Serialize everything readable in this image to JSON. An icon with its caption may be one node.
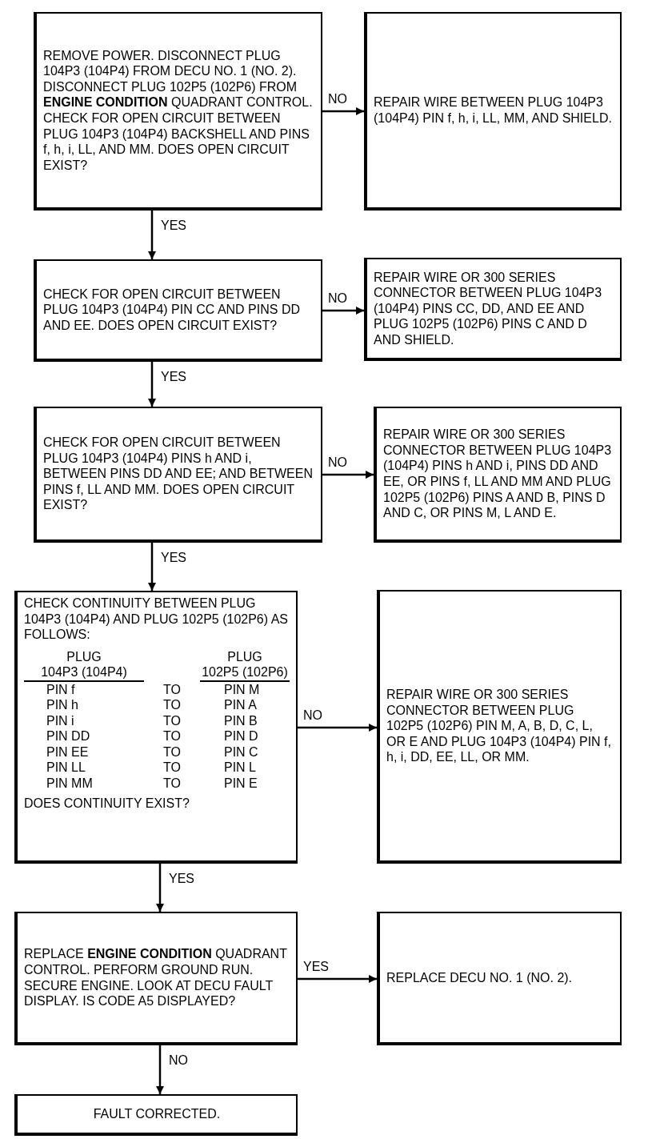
{
  "diagram": {
    "nodes": [
      {
        "text": [
          "REMOVE POWER. DISCONNECT PLUG 104P3 (104P4) FROM DECU NO. 1 (NO. 2). DISCONNECT PLUG 102P5 (102P6) FROM **ENGINE CONDITION** QUADRANT CONTROL. CHECK FOR OPEN CIRCUIT BETWEEN PLUG 104P3 (104P4) BACKSHELL AND PINS f, h, i, LL, AND MM. DOES OPEN CIRCUIT EXIST?"
        ]
      },
      {
        "text": [
          "REPAIR WIRE BETWEEN PLUG 104P3 (104P4) PIN f, h, i, LL, MM, AND SHIELD."
        ]
      },
      {
        "text": [
          "CHECK FOR OPEN CIRCUIT BETWEEN PLUG 104P3 (104P4) PIN CC AND PINS DD AND EE. DOES OPEN CIRCUIT EXIST?"
        ]
      },
      {
        "text": [
          "REPAIR WIRE OR 300 SERIES CONNECTOR BETWEEN PLUG 104P3 (104P4) PINS CC, DD, AND EE AND PLUG 102P5 (102P6) PINS C AND D AND SHIELD."
        ]
      },
      {
        "text": [
          "CHECK FOR OPEN CIRCUIT BETWEEN PLUG 104P3 (104P4) PINS h AND i, BETWEEN PINS DD AND EE; AND BETWEEN PINS f, LL AND MM. DOES OPEN CIRCUIT EXIST?"
        ]
      },
      {
        "text": [
          "REPAIR WIRE OR 300 SERIES CONNECTOR BETWEEN PLUG 104P3 (104P4) PINS h AND i, PINS DD AND EE, OR PINS f, LL AND MM AND PLUG 102P5 (102P6) PINS A AND B, PINS D AND C, OR PINS M, L AND E."
        ]
      },
      {
        "text": [
          "CHECK CONTINUITY BETWEEN PLUG 104P3 (104P4) AND PLUG 102P5 (102P6) AS FOLLOWS:",
          "PLUG",
          "PLUG",
          "104P3 (104P4)",
          "102P5 (102P6)",
          "PIN f",
          "TO",
          "PIN M",
          "PIN h",
          "TO",
          "PIN A",
          "PIN i",
          "TO",
          "PIN B",
          "PIN DD",
          "TO",
          "PIN D",
          "PIN EE",
          "TO",
          "PIN C",
          "PIN LL",
          "TO",
          "PIN L",
          "PIN MM",
          "TO",
          "PIN E",
          "DOES CONTINUITY EXIST?"
        ]
      },
      {
        "text": [
          "REPAIR WIRE OR 300 SERIES CONNECTOR BETWEEN PLUG 102P5 (102P6) PIN M, A, B, D, C, L, OR E AND PLUG 104P3 (104P4) PIN f, h, i, DD, EE, LL, OR MM."
        ]
      },
      {
        "text": [
          "REPLACE **ENGINE CONDITION** QUADRANT CONTROL. PERFORM GROUND RUN. SECURE ENGINE. LOOK AT DECU FAULT DISPLAY. IS CODE A5 DISPLAYED?"
        ]
      },
      {
        "text": [
          "REPLACE DECU NO. 1 (NO. 2)."
        ]
      },
      {
        "text": [
          "FAULT CORRECTED."
        ]
      }
    ],
    "edges": [
      {
        "from": 0,
        "to": 1,
        "arrow": "to",
        "label": "NO"
      },
      {
        "from": 0,
        "to": 2,
        "arrow": "to",
        "label": "YES"
      },
      {
        "from": 2,
        "to": 3,
        "arrow": "to",
        "label": "NO"
      },
      {
        "from": 2,
        "to": 4,
        "arrow": "to",
        "label": "YES"
      },
      {
        "from": 4,
        "to": 5,
        "arrow": "to",
        "label": "NO"
      },
      {
        "from": 4,
        "to": 6,
        "arrow": "to",
        "label": "YES"
      },
      {
        "from": 6,
        "to": 7,
        "arrow": "to",
        "label": "NO"
      },
      {
        "from": 6,
        "to": 8,
        "arrow": "to",
        "label": "YES"
      },
      {
        "from": 8,
        "to": 9,
        "arrow": "to",
        "label": "YES"
      },
      {
        "from": 8,
        "to": 10,
        "arrow": "to",
        "label": "NO"
      }
    ]
  }
}
